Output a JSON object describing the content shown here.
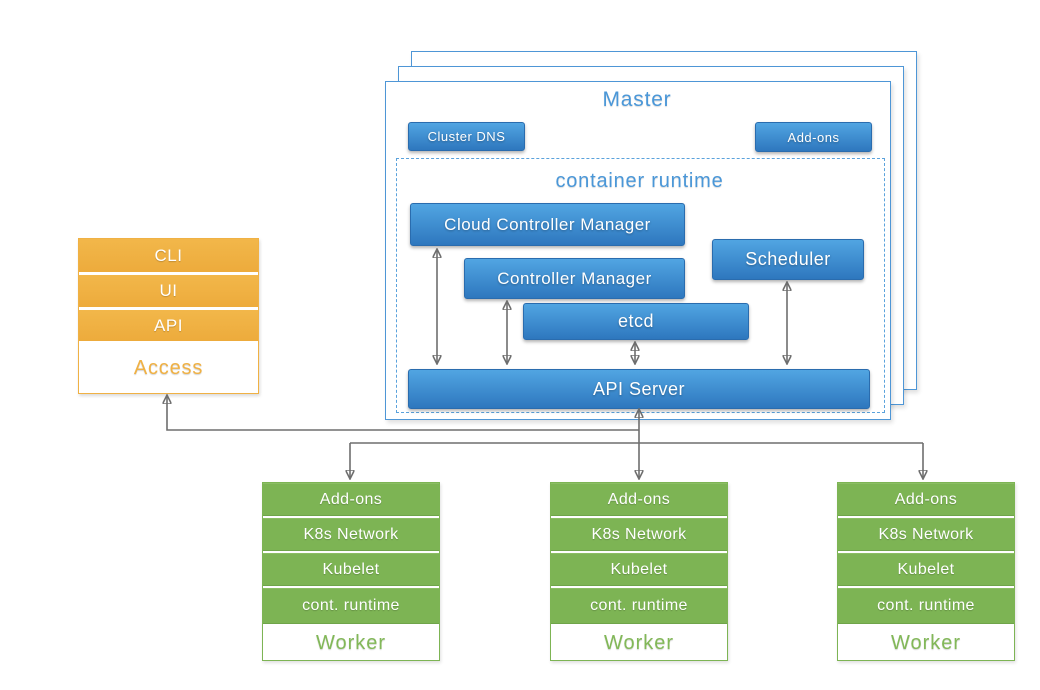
{
  "colors": {
    "blue_box_top": "#51a5e2",
    "blue_box_bottom": "#2e77be",
    "panel_border_blue": "#4e96d6",
    "title_blue": "#4a97d8",
    "orange": "#f0b144",
    "green": "#7db454",
    "connector_gray": "#6e6e6e"
  },
  "master": {
    "title": "Master",
    "cluster_dns_label": "Cluster DNS",
    "addons_label": "Add-ons",
    "container_runtime": {
      "title": "container runtime",
      "cloud_controller_manager_label": "Cloud Controller Manager",
      "controller_manager_label": "Controller Manager",
      "etcd_label": "etcd",
      "scheduler_label": "Scheduler",
      "api_server_label": "API Server"
    }
  },
  "access_stack": {
    "rows": [
      "CLI",
      "UI",
      "API"
    ],
    "label": "Access"
  },
  "workers": [
    {
      "rows": [
        "Add-ons",
        "K8s Network",
        "Kubelet",
        "cont. runtime"
      ],
      "label": "Worker"
    },
    {
      "rows": [
        "Add-ons",
        "K8s Network",
        "Kubelet",
        "cont. runtime"
      ],
      "label": "Worker"
    },
    {
      "rows": [
        "Add-ons",
        "K8s Network",
        "Kubelet",
        "cont. runtime"
      ],
      "label": "Worker"
    }
  ]
}
